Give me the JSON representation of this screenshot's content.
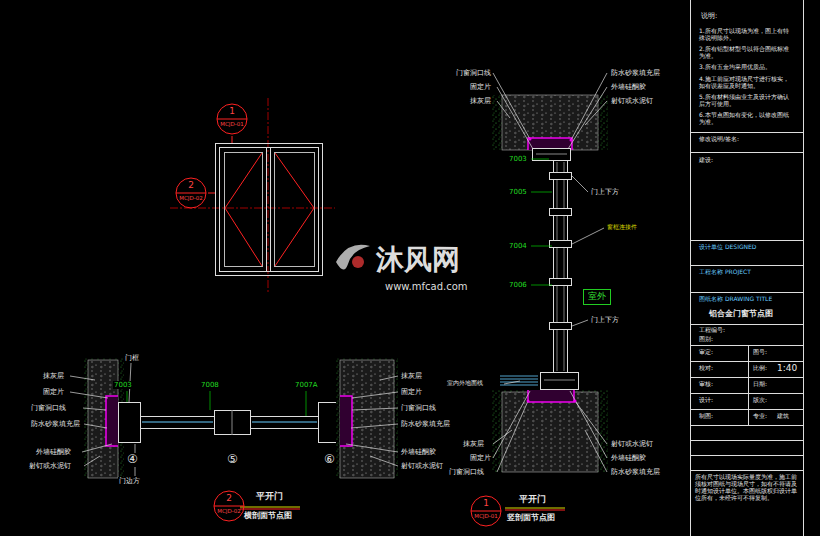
{
  "diagram": {
    "nodes": [
      {
        "text": [
          "1",
          "MCJD-01"
        ]
      },
      {
        "text": [
          "2",
          "MCJD-02"
        ]
      },
      {
        "text": [
          "1",
          "MCJD-01"
        ]
      },
      {
        "text": [
          "2",
          "MCJD-02"
        ]
      },
      {
        "text": [
          "室外"
        ]
      }
    ],
    "labels": [
      "门窗洞口线",
      "固定片",
      "抹灰层",
      "防水砂浆填充层",
      "外墙硅酮胶",
      "射钉或水泥钉",
      "7003",
      "门上下方",
      "7005",
      "窗框连接件",
      "7004",
      "7006",
      "门上下方",
      "室内外地面线",
      "射钉或水泥钉",
      "外墙硅酮胶",
      "防水砂浆填充层",
      "抹灰层",
      "固定片",
      "门窗洞口线",
      "平开门",
      "竖剖面节点图",
      "门框",
      "抹灰层",
      "固定片",
      "门窗洞口线",
      "防水砂浆填充层",
      "外墙硅酮胶",
      "射钉或水泥钉",
      "7003",
      "7008",
      "7007A",
      "抹灰层",
      "固定片",
      "门窗洞口线",
      "防水砂浆填充层",
      "外墙硅酮胶",
      "射钉或水泥钉",
      "门边方",
      "平开门",
      "横剖面节点图",
      "说明:",
      "1.所有尺寸以现场为准，图上有特殊说明除外。",
      "2.所有铝型材型号以符合图纸标准为准。",
      "3.所有五金均采用优质品。",
      "4.施工前应对现场尺寸进行核实，如有误差应及时通知。",
      "5.所有材料须由业主及设计方确认后方可使用。",
      "6.本节点图如有变化，以修改图纸为准。",
      "修改说明/签名:",
      "建设:",
      "设计单位 DESIGNED",
      "工程名称 PROJECT",
      "图纸名称 DRAWING TITLE",
      "铝合金门窗节点图",
      "工程编号:",
      "图别:",
      "审定:",
      "图号:",
      "校对:",
      "比例:",
      "1:40",
      "审核:",
      "日期:",
      "设计:",
      "版次:",
      "制图:",
      "专业:",
      "建筑",
      "所有尺寸以现场实际量度为准，施工前须核对图纸与现场尺寸，如有不符请及时通知设计单位。本图纸版权归设计单位所有，未经许可不得复制。",
      "沐风网",
      "www.mfcad.com",
      "④",
      "⑤",
      "⑥"
    ]
  }
}
